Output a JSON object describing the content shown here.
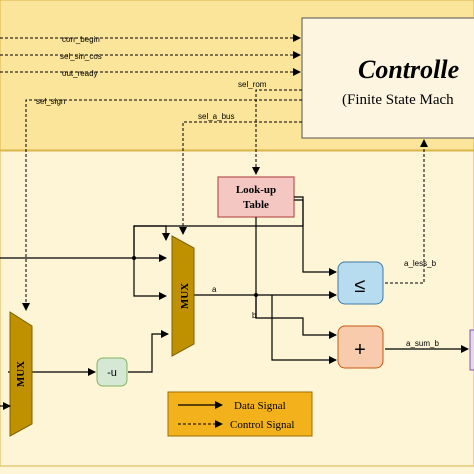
{
  "controller": {
    "title": "Controlle",
    "subtitle": "(Finite State Mach"
  },
  "control_signals": {
    "corr_begin": "corr_begin",
    "sel_sin_cos": "sel_sin_cos",
    "out_ready": "out_ready",
    "sel_rom": "sel_rom",
    "sel_sign": "sel_sign",
    "sel_a_bus": "sel_a_bus"
  },
  "blocks": {
    "lookup_table": "Look-up Table",
    "mux_main": "MUX",
    "mux_left": "MUX",
    "negate": "-u",
    "compare_op": "≤",
    "add_op": "+"
  },
  "data_signals": {
    "a": "a",
    "b": "b",
    "a_less_b": "a_less_b",
    "a_sum_b": "a_sum_b"
  },
  "legend": {
    "data": "Data Signal",
    "control": "Control Signal"
  },
  "colors": {
    "controller_region": "#fae59a",
    "datapath_region": "#fdf5d6",
    "controller_box": "#fdf5e0",
    "lookup_fill": "#f4c7c3",
    "lookup_stroke": "#b85450",
    "mux_fill": "#bf9000",
    "compare_fill": "#b8dcef",
    "add_fill": "#f8cbad",
    "negate_fill": "#d5e8d4",
    "legend_fill": "#f3b21b"
  }
}
